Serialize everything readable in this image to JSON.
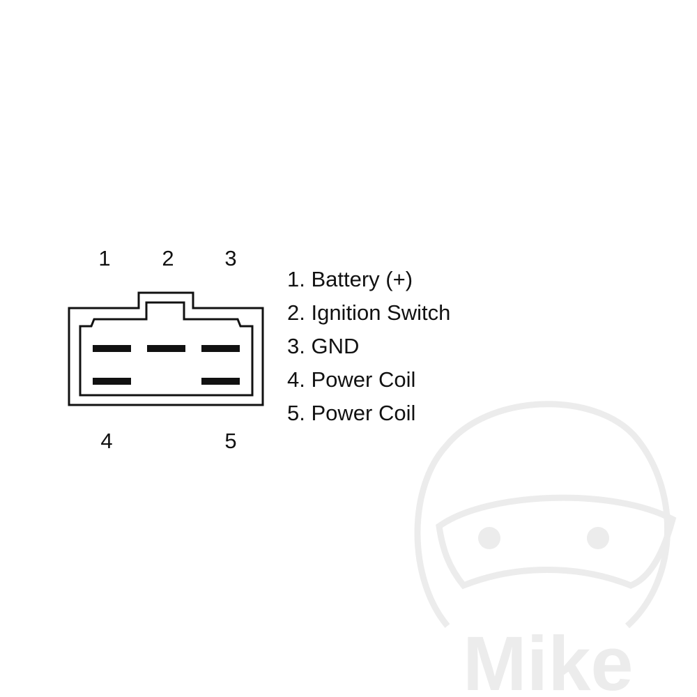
{
  "connector": {
    "top_pins": [
      "1",
      "2",
      "3"
    ],
    "bottom_pins": [
      "4",
      "5"
    ]
  },
  "legend": [
    "1. Battery (+)",
    "2. Ignition Switch",
    "3. GND",
    "4. Power Coil",
    "5. Power Coil"
  ],
  "watermark": {
    "text": "Mike",
    "color": "#ececec"
  },
  "colors": {
    "line": "#111111",
    "background": "#ffffff"
  }
}
